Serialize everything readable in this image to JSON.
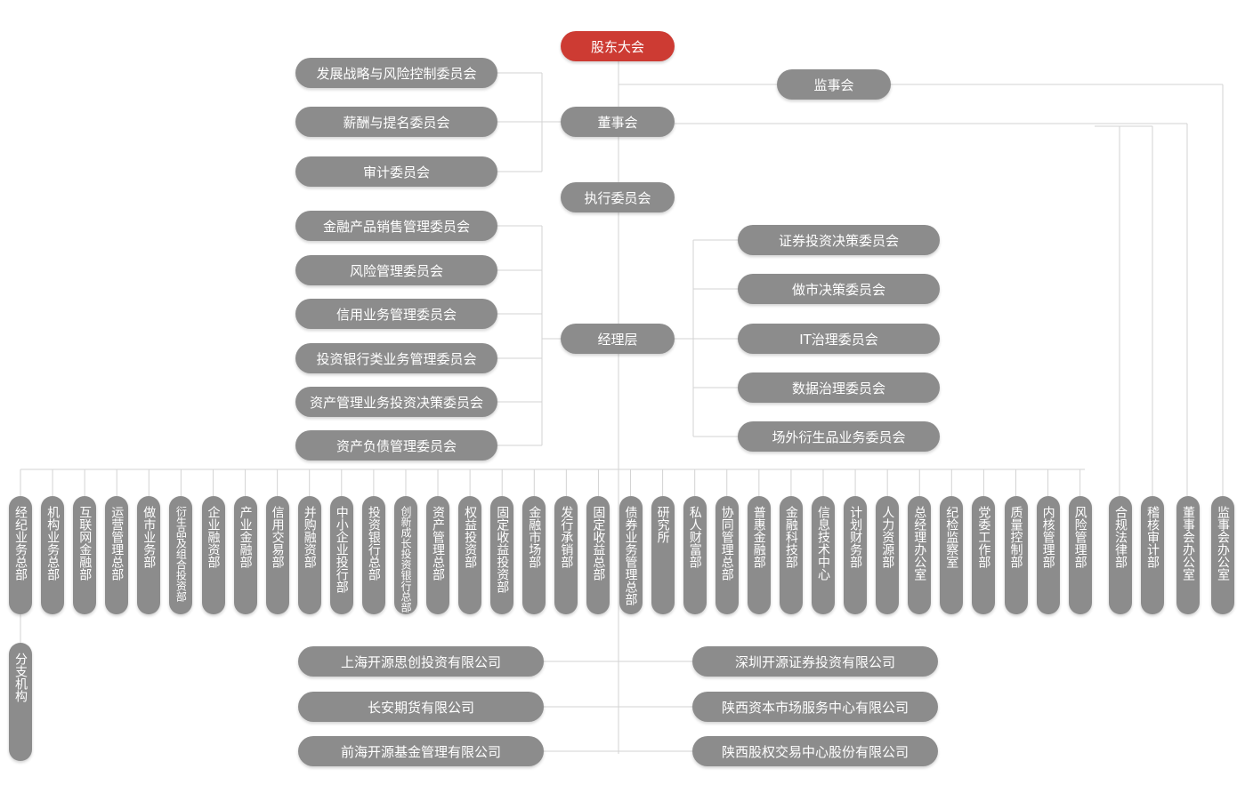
{
  "top": {
    "shareholders": "股东大会",
    "board": "董事会",
    "supervisors": "监事会",
    "executive": "执行委员会",
    "management": "经理层"
  },
  "board_committees": [
    "发展战略与风险控制委员会",
    "薪酬与提名委员会",
    "审计委员会"
  ],
  "left_committees": [
    "金融产品销售管理委员会",
    "风险管理委员会",
    "信用业务管理委员会",
    "投资银行类业务管理委员会",
    "资产管理业务投资决策委员会",
    "资产负债管理委员会"
  ],
  "right_committees": [
    "证券投资决策委员会",
    "做市决策委员会",
    "IT治理委员会",
    "数据治理委员会",
    "场外衍生品业务委员会"
  ],
  "departments": [
    "经纪业务总部",
    "机构业务总部",
    "互联网金融部",
    "运营管理总部",
    "做市业务部",
    "衍生品及组合投资部",
    "企业融资部",
    "产业金融部",
    "信用交易部",
    "并购融资部",
    "中小企业投行部",
    "投资银行总部",
    "创新成长投资银行总部",
    "资产管理总部",
    "权益投资部",
    "固定收益投资部",
    "金融市场部",
    "发行承销部",
    "固定收益总部",
    "债券业务管理总部",
    "研究所",
    "私人财富部",
    "协同管理总部",
    "普惠金融部",
    "金融科技部",
    "信息技术中心",
    "计划财务部",
    "人力资源部",
    "总经理办公室",
    "纪检监察室",
    "党委工作部",
    "质量控制部",
    "内核管理部",
    "风险管理部"
  ],
  "board_departments": [
    "合规法律部",
    "稽核审计部",
    "董事会办公室",
    "监事会办公室"
  ],
  "branch": "分支机构",
  "subsidiaries_left": [
    "上海开源思创投资有限公司",
    "长安期货有限公司",
    "前海开源基金管理有限公司"
  ],
  "subsidiaries_right": [
    "深圳开源证券投资有限公司",
    "陕西资本市场服务中心有限公司",
    "陕西股权交易中心股份有限公司"
  ],
  "colors": {
    "highlight": "#cd3b33",
    "node": "#8c8c8c",
    "connector": "#d3d3d3"
  }
}
